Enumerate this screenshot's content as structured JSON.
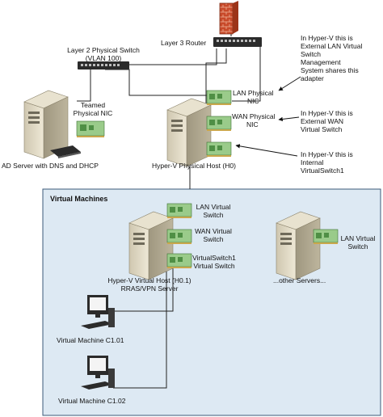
{
  "labels": {
    "layer3_router": "Layer 3 Router",
    "layer2_switch_line1": "Layer 2 Physical Switch",
    "layer2_switch_line2": "(VLAN 100)",
    "teamed_nic_line1": "Teamed",
    "teamed_nic_line2": "Physical NIC",
    "ad_server": "AD Server with DNS and DHCP",
    "hyperv_host": "Hyper-V Physical Host (H0)",
    "lan_physical_nic_line1": "LAN Physical",
    "lan_physical_nic_line2": "NIC",
    "wan_physical_nic_line1": "WAN Physical",
    "wan_physical_nic_line2": "NIC",
    "note_external_lan": [
      "In Hyper-V this is",
      "External LAN Virtual",
      "Switch",
      "Management",
      "System shares this",
      "adapter"
    ],
    "note_external_wan": [
      "In Hyper-V this is",
      "External WAN",
      "Virtual Switch"
    ],
    "note_internal": [
      "In Hyper-V this is",
      "Internal",
      "VirtualSwitch1"
    ],
    "virtual_machines_title": "Virtual Machines",
    "lan_virtual_switch_line1": "LAN Virtual",
    "lan_virtual_switch_line2": "Switch",
    "wan_virtual_switch_line1": "WAN Virtual",
    "wan_virtual_switch_line2": "Switch",
    "virtualswitch1_line1": "VirtualSwitch1",
    "virtualswitch1_line2": "Virtual Switch",
    "hyperv_virtual_host_line1": "Hyper-V Virtual Host (H0.1)",
    "hyperv_virtual_host_line2": "RRAS/VPN Server",
    "other_lan_virtual_line1": "LAN Virtual",
    "other_lan_virtual_line2": "Switch",
    "other_servers": "...other Servers...",
    "vm_c101": "Virtual Machine C1.01",
    "vm_c102": "Virtual Machine C1.02"
  },
  "colors": {
    "vm_box_fill": "#dde9f3",
    "vm_box_border": "#3c5a78",
    "server_body": "#d9d2bd",
    "server_shade": "#a89f86",
    "nic_card": "#9acb8a",
    "nic_chip": "#4f8f45",
    "firewall": "#c84a2a",
    "switch_body": "#2b2b2b",
    "line": "#222222"
  },
  "icons": [
    "firewall-icon",
    "switch-icon",
    "router-icon",
    "server-icon",
    "nic-card-icon",
    "workstation-icon"
  ]
}
